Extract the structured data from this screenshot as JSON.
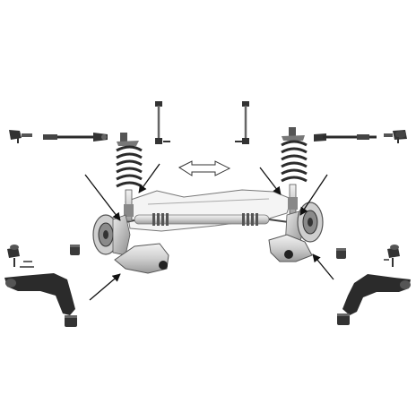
{
  "diagram": {
    "parts": [
      "left-tie-rod",
      "right-tie-rod",
      "left-stabilizer-link",
      "right-stabilizer-link",
      "left-coil-spring-strut",
      "right-coil-spring-strut",
      "steering-rack",
      "subframe",
      "left-wheel-hub",
      "right-wheel-hub",
      "left-lower-control-arm",
      "right-lower-control-arm",
      "left-ball-joint",
      "right-ball-joint",
      "left-bushing",
      "right-bushing"
    ],
    "colors": {
      "part_dark": "#2b2b2b",
      "part_mid": "#6e6e6e",
      "part_light": "#bdbdbd",
      "assembly_fill": "#e6e6e6",
      "arrow": "#111111"
    },
    "icons": [
      "direction-arrow-icon",
      "callout-arrow-icon"
    ]
  }
}
